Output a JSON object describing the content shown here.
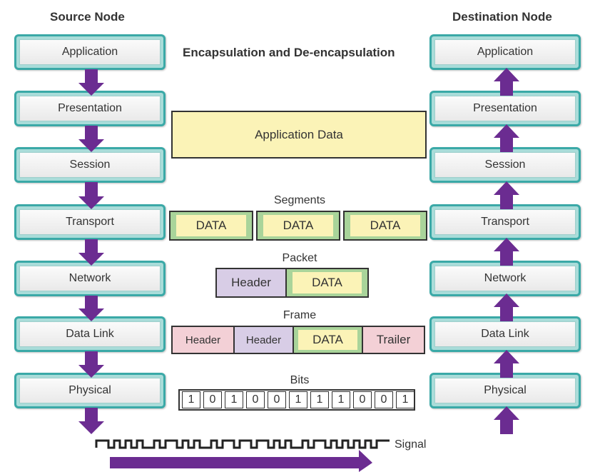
{
  "source_title": "Source Node",
  "destination_title": "Destination Node",
  "diagram_title": "Encapsulation and De-encapsulation",
  "layers": [
    "Application",
    "Presentation",
    "Session",
    "Transport",
    "Network",
    "Data Link",
    "Physical"
  ],
  "app_data": "Application Data",
  "segments_label": "Segments",
  "segment_data": [
    "DATA",
    "DATA",
    "DATA"
  ],
  "packet_label": "Packet",
  "packet": {
    "header": "Header",
    "data": "DATA"
  },
  "frame_label": "Frame",
  "frame": {
    "header1": "Header",
    "header2": "Header",
    "data": "DATA",
    "trailer": "Trailer"
  },
  "bits_label": "Bits",
  "bits": [
    "1",
    "0",
    "1",
    "0",
    "0",
    "1",
    "1",
    "1",
    "0",
    "0",
    "1"
  ],
  "signal_label": "Signal",
  "colors": {
    "layer_border": "#3aa9a7",
    "arrow": "#6b2c91",
    "app_data_fill": "#fbf3b7",
    "segment_outer": "#a9d49a",
    "packet_header": "#d8cde6",
    "frame_header": "#f3d0d6"
  }
}
